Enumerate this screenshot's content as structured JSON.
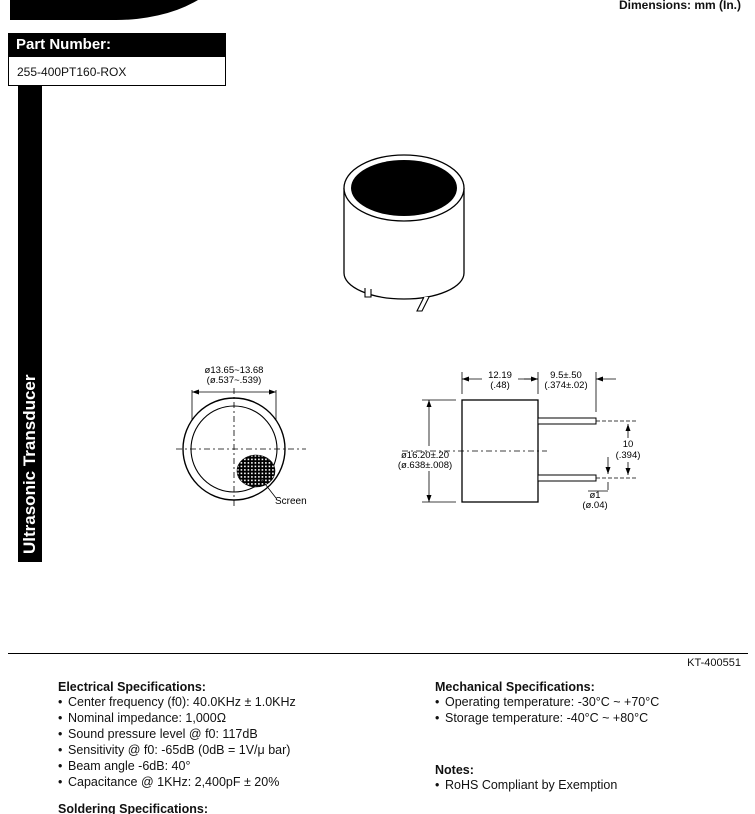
{
  "header": {
    "dimensions_note": "Dimensions: mm (In.)",
    "part_number_label": "Part Number:",
    "part_number_value": "255-400PT160-ROX",
    "side_title": "Ultrasonic Transducer"
  },
  "drawing": {
    "front_view": {
      "dia_top": "ø13.65~13.68",
      "dia_bottom": "(ø.537~.539)",
      "screen_label": "Screen"
    },
    "side_view": {
      "body_len_mm": "12.19",
      "body_len_in": "(.48)",
      "pin_len_mm": "9.5±.50",
      "pin_len_in": "(.374±.02)",
      "body_dia_mm": "ø16.20±.20",
      "body_dia_in": "(ø.638±.008)",
      "pin_spacing_mm": "10",
      "pin_spacing_in": "(.394)",
      "pin_dia_mm": "ø1",
      "pin_dia_in": "(ø.04)"
    }
  },
  "doc_code": "KT-400551",
  "electrical": {
    "title": "Electrical Specifications:",
    "items": [
      "Center frequency (f0): 40.0KHz ± 1.0KHz",
      "Nominal impedance: 1,000Ω",
      "Sound pressure level @ f0: 117dB",
      "Sensitivity @ f0: -65dB (0dB = 1V/μ bar)",
      "Beam angle -6dB: 40°",
      "Capacitance @ 1KHz: 2,400pF ± 20%"
    ]
  },
  "mechanical": {
    "title": "Mechanical Specifications:",
    "items": [
      "Operating temperature: -30°C ~ +70°C",
      "Storage temperature: -40°C ~ +80°C"
    ]
  },
  "notes": {
    "title": "Notes:",
    "items": [
      "RoHS Compliant by Exemption"
    ]
  },
  "soldering": {
    "title": "Soldering Specifications:"
  }
}
